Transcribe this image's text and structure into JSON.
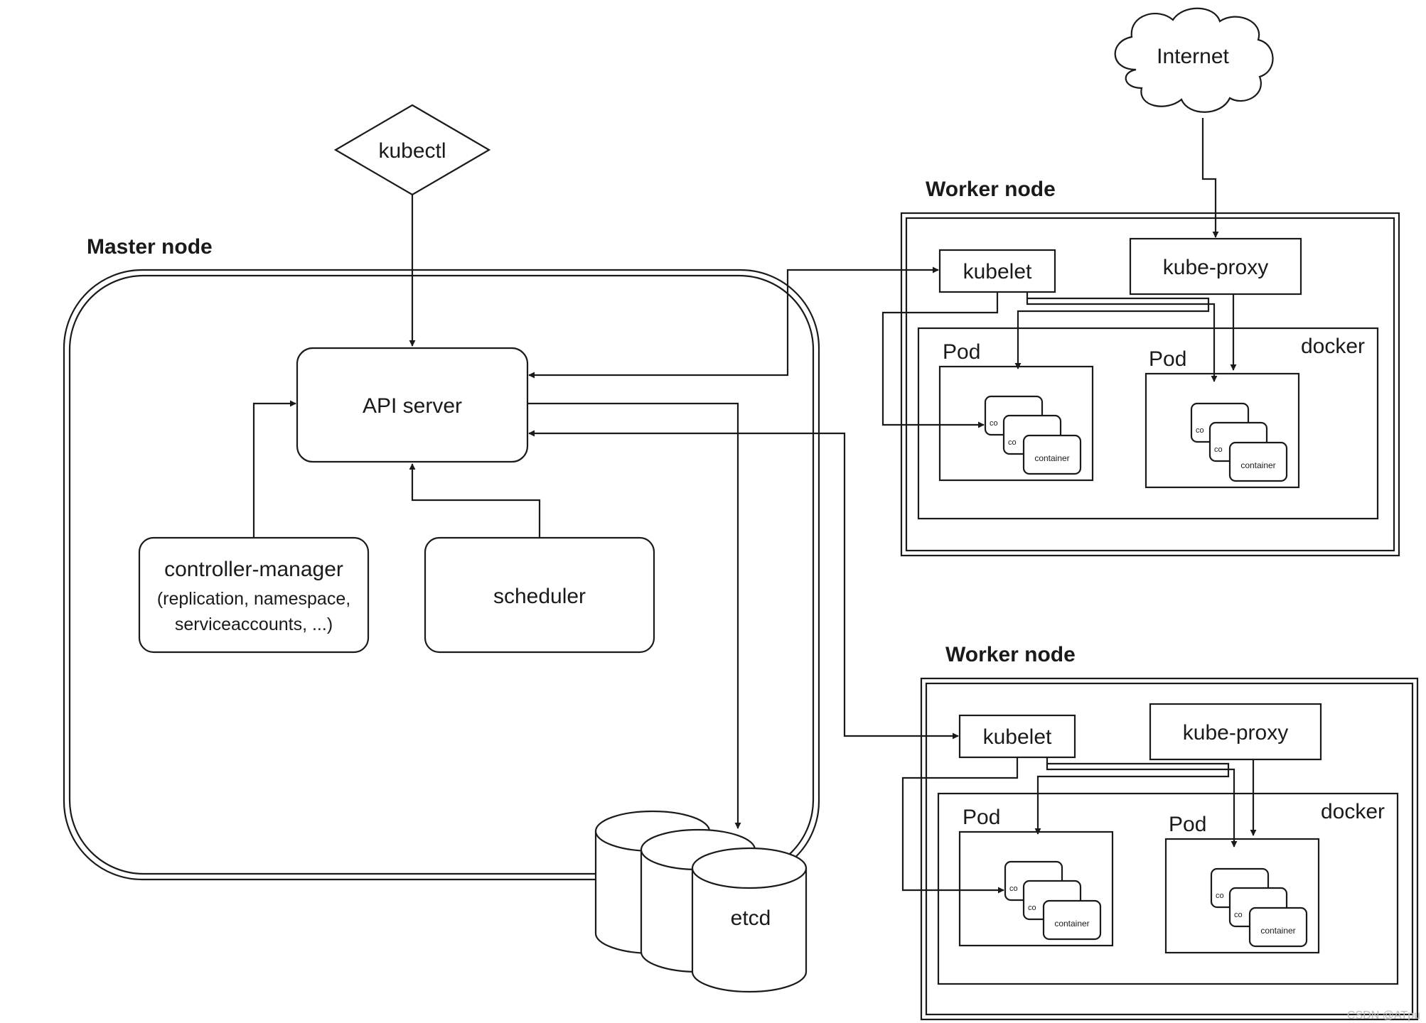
{
  "master": {
    "title": "Master node",
    "api_server": "API server",
    "kubectl": "kubectl",
    "controller_manager": {
      "title": "controller-manager",
      "line1": "(replication, namespace,",
      "line2": "serviceaccounts, ...)"
    },
    "scheduler": "scheduler",
    "etcd": "etcd"
  },
  "internet": "Internet",
  "workers": [
    {
      "title": "Worker node",
      "kubelet": "kubelet",
      "kube_proxy": "kube-proxy",
      "docker": "docker",
      "pods": [
        {
          "label": "Pod",
          "container_front": "container",
          "container_back": "co"
        },
        {
          "label": "Pod",
          "container_front": "container",
          "container_back": "co"
        }
      ]
    },
    {
      "title": "Worker node",
      "kubelet": "kubelet",
      "kube_proxy": "kube-proxy",
      "docker": "docker",
      "pods": [
        {
          "label": "Pod",
          "container_front": "container",
          "container_back": "co"
        },
        {
          "label": "Pod",
          "container_front": "container",
          "container_back": "co"
        }
      ]
    }
  ],
  "watermark": "CSDN @ATpu"
}
